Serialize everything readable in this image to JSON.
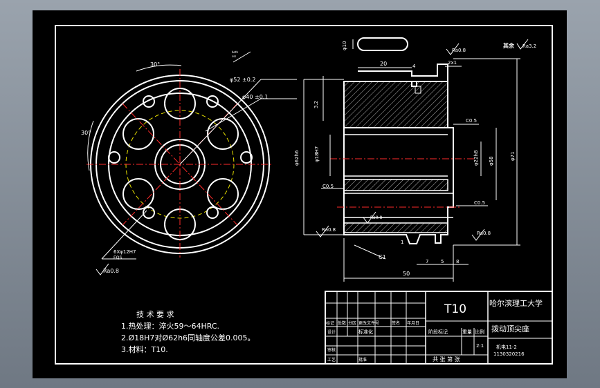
{
  "front_view": {
    "angle_top": "30°",
    "angle_left": "30°",
    "dim_outer": "φ52 ±0.2",
    "dim_pitch": "φ40 ±0.1",
    "hole_note_1": "6Xφ12H7",
    "hole_note_2": "EQS",
    "small_note_1": "both",
    "small_note_2": "sss",
    "roughness": "Ra0.8"
  },
  "section_view": {
    "dim_slot": "φ10",
    "dim_20": "20",
    "dim_4": "4",
    "dim_2x1": "2x1",
    "dim_3_2": "3.2",
    "dim_c05_a": "C0.5",
    "dim_c05_b": "C0.5",
    "dim_c05_c": "C0.5",
    "dim_bore_outer": "φ62h6",
    "dim_bore": "φ18H7",
    "dim_22": "φ22h8",
    "dim_58": "φ58",
    "dim_71": "φ71",
    "dim_ra_left": "Ra0.8",
    "dim_ra_right": "Ra0.8",
    "dim_ra_top": "Ra0.8",
    "dim_ra_mid": "Ra0.8",
    "dim_c1": "C1",
    "dim_1": "1",
    "dim_7": "7",
    "dim_5": "5",
    "dim_8": "8",
    "dim_50": "50"
  },
  "rest_roughness": "其余",
  "rest_ra": "Ra3.2",
  "tech": {
    "title": "技 术 要 求",
    "line1": "1.热处理：淬火59～64HRC.",
    "line2": "2.Ø18H7对Ø62h6同轴度公差0.005。",
    "line3": "3.材料：T10."
  },
  "title_block": {
    "material": "T10",
    "school": "哈尔滨理工大学",
    "part_name": "拨动顶尖座",
    "code1": "机电11-2",
    "code2": "1130320216",
    "scale": "2:1",
    "h_mark": "标记",
    "h_count": "处数",
    "h_zone": "分区",
    "h_docno": "更改文件号",
    "h_sign": "签名",
    "h_date": "年月日",
    "h_design": "设计",
    "h_std": "标准化",
    "h_review": "审核",
    "h_process": "工艺",
    "h_approve": "批准",
    "h_stage": "阶段标记",
    "h_weight": "重量",
    "h_scale": "比例",
    "h_sheets": "共  张  第  张"
  }
}
